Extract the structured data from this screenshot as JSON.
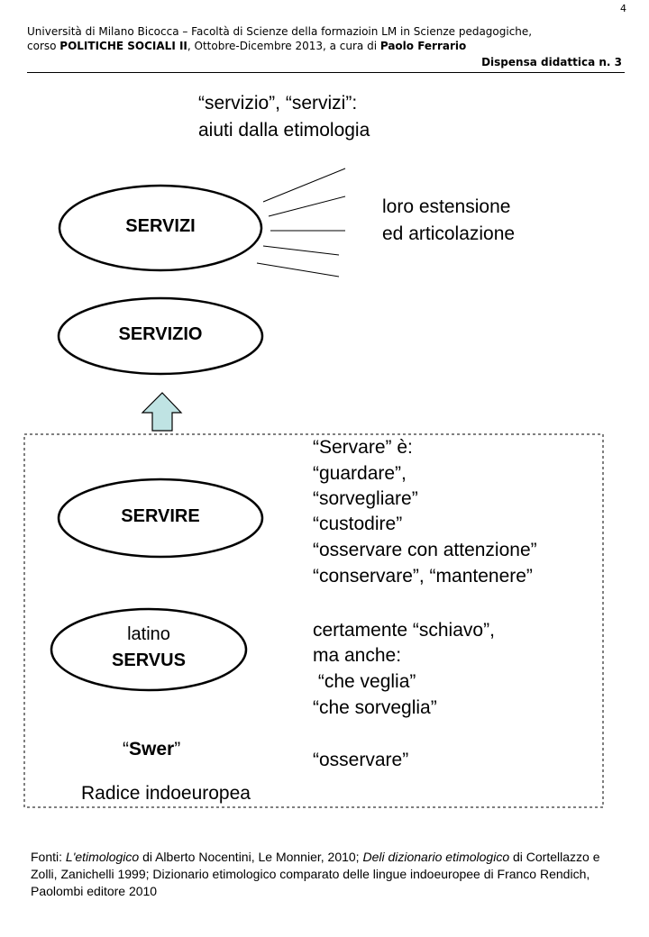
{
  "page": {
    "number": "4"
  },
  "header": {
    "line1": "Università di Milano Bicocca – Facoltà di Scienze della formazioin LM in Scienze pedagogiche,",
    "line2_prefix": "corso ",
    "line2_course": "POLITICHE SOCIALI II",
    "line2_middle": ", Ottobre-Dicembre 2013,  a cura di ",
    "line2_author": "Paolo Ferrario",
    "right": "Dispensa didattica n. 3"
  },
  "title": {
    "line1": "“servizio”, “servizi”:",
    "line2": "aiuti dalla etimologia"
  },
  "nodes": {
    "servizi": "SERVIZI",
    "servizio": "SERVIZIO",
    "servire": "SERVIRE",
    "servus_top": "latino",
    "servus_bottom": "SERVUS",
    "swer_open": "“",
    "swer_word": "Swer",
    "swer_close": "”",
    "radice": "Radice indoeuropea"
  },
  "extension": {
    "line1": "loro estensione",
    "line2": "ed articolazione"
  },
  "servare_lines": [
    "“Servare” è:",
    "“guardare”,",
    "“sorvegliare”",
    "“custodire”",
    "“osservare con attenzione”",
    "“conservare”, “mantenere”"
  ],
  "servus_lines": [
    "certamente “schiavo”,",
    "ma anche:",
    " “che veglia”",
    "“che sorveglia”"
  ],
  "swer_meaning": "“osservare”",
  "footer": {
    "p1": "Fonti: ",
    "i1": "L'etimologico",
    "p2": " di Alberto Nocentini, Le Monnier, 2010; ",
    "i2": "Deli dizionario etimologico",
    "p3": " di Cortellazzo e Zolli, Zanichelli 1999; Dizionario etimologico comparato delle lingue indoeuropee di Franco Rendich, Paolombi editore 2010"
  },
  "colors": {
    "arrow_fill": "#bfe3e3",
    "stroke": "#000000"
  }
}
